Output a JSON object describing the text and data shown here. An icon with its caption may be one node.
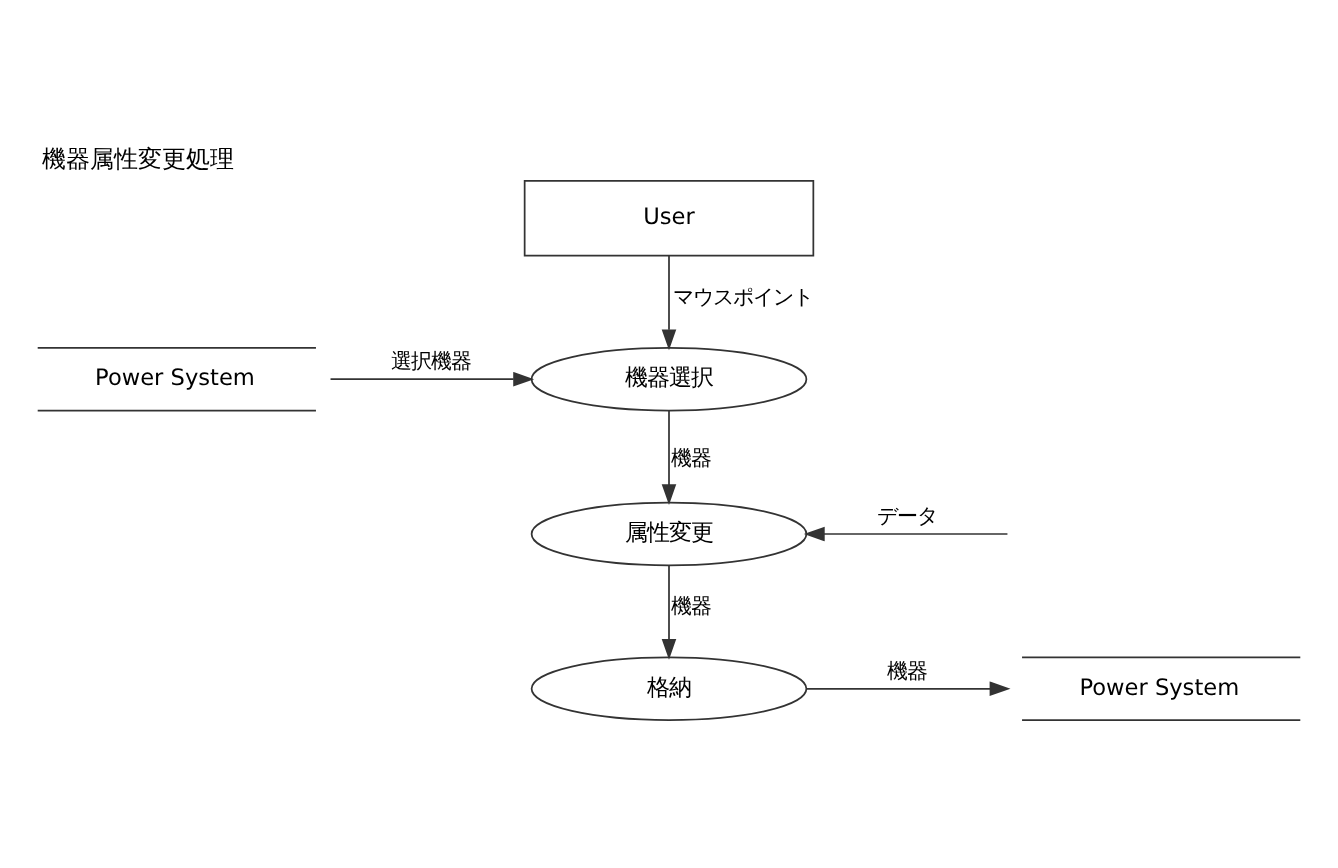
{
  "diagram": {
    "title": "機器属性変更処理",
    "nodes": [
      {
        "text": [
          "User"
        ]
      },
      {
        "text": [
          "Power System"
        ]
      },
      {
        "text": [
          "機器選択"
        ]
      },
      {
        "text": [
          "属性変更"
        ]
      },
      {
        "text": [
          "格納"
        ]
      },
      {
        "text": [
          "Power System"
        ]
      }
    ],
    "edges": [
      {
        "from": 0,
        "to": 2,
        "arrow": "to",
        "label": "マウスポイント"
      },
      {
        "from": 1,
        "to": 2,
        "arrow": "to",
        "label": "選択機器"
      },
      {
        "from": 2,
        "to": 3,
        "arrow": "to",
        "label": "機器"
      },
      {
        "from": null,
        "to": 3,
        "arrow": "to",
        "label": "データ"
      },
      {
        "from": 3,
        "to": 4,
        "arrow": "to",
        "label": "機器"
      },
      {
        "from": 4,
        "to": 5,
        "arrow": "to",
        "label": "機器"
      }
    ]
  }
}
